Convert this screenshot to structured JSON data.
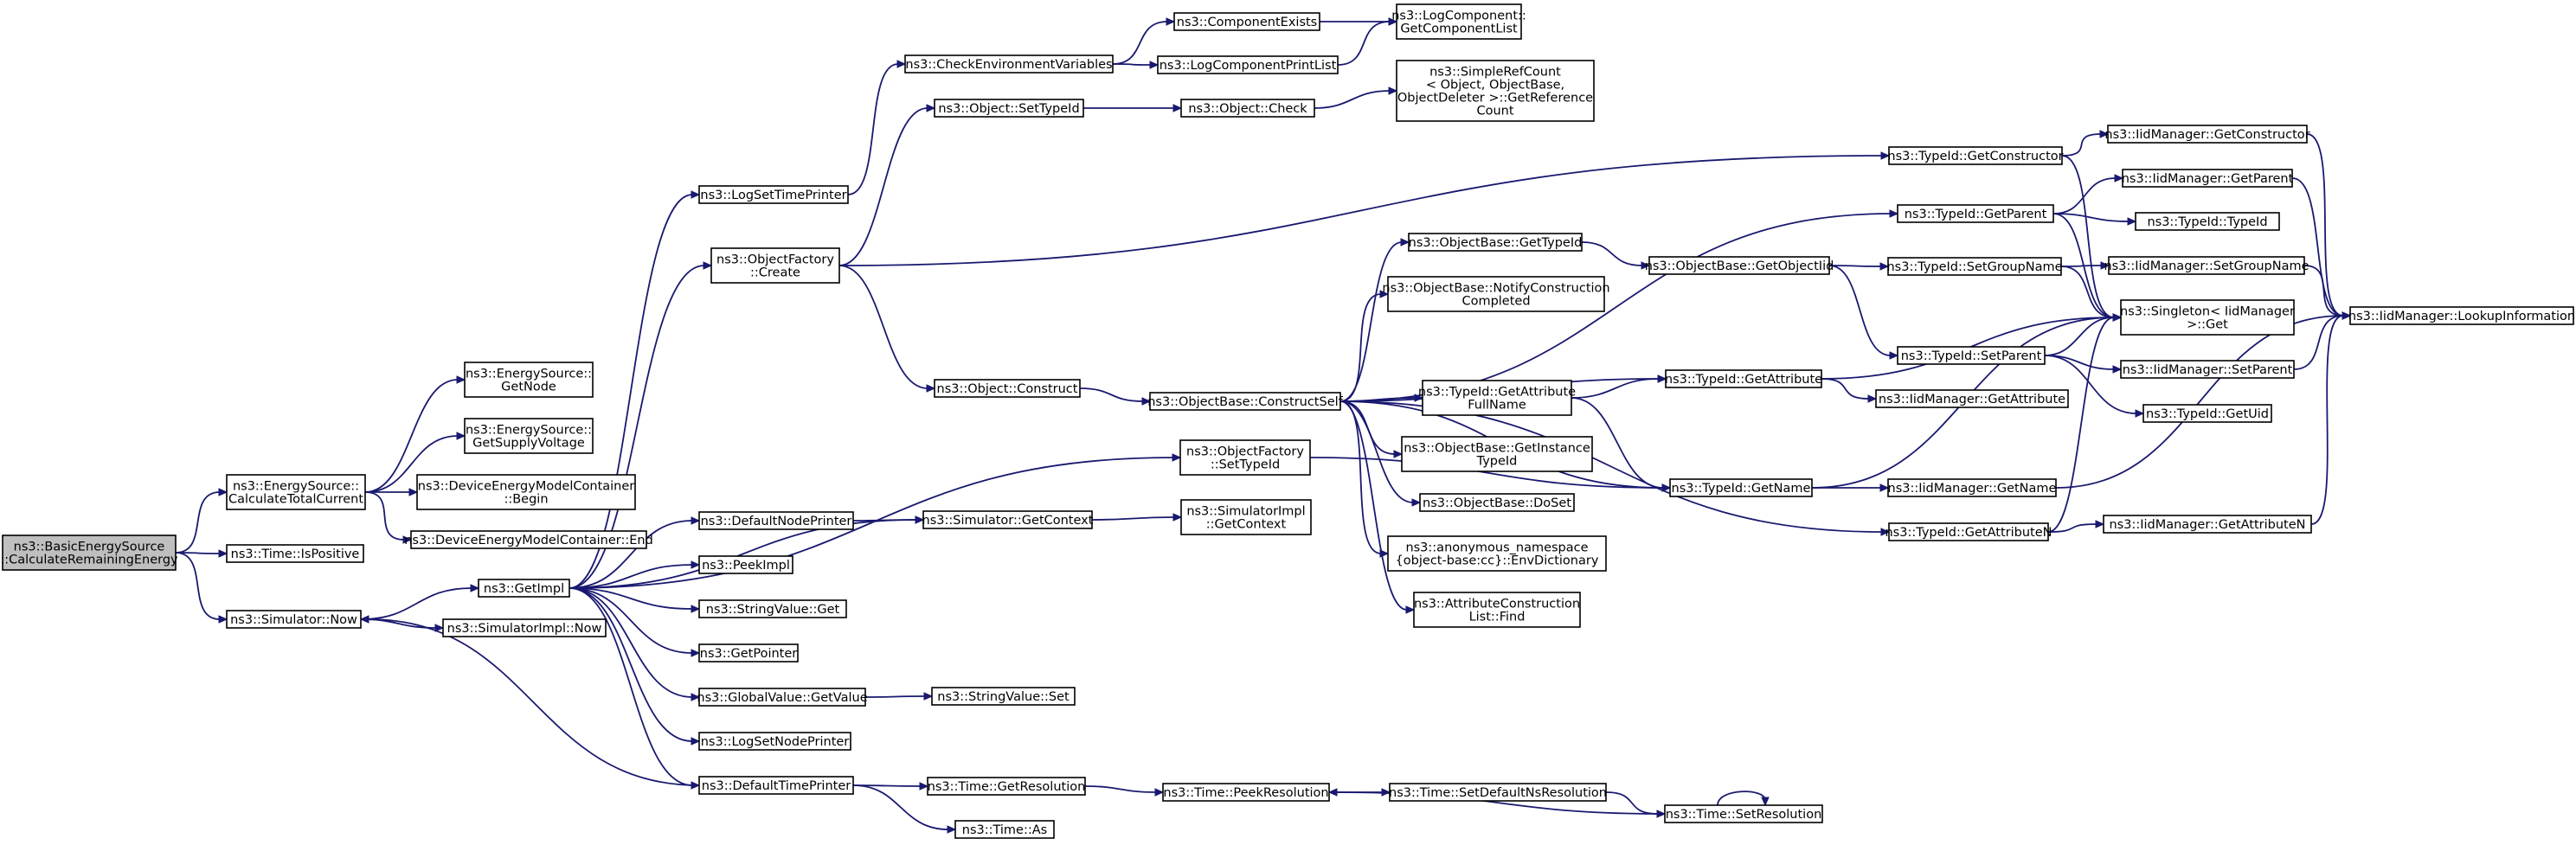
{
  "colors": {
    "edge": "#191970",
    "node_border": "#000000",
    "node_fill": "#ffffff",
    "root_fill": "#bfbfbf"
  },
  "nodes": [
    {
      "id": "root",
      "lines": [
        "ns3::BasicEnergySource",
        "::CalculateRemainingEnergy"
      ],
      "root": true
    },
    {
      "id": "calcTotal",
      "lines": [
        "ns3::EnergySource::",
        "CalculateTotalCurrent"
      ]
    },
    {
      "id": "isPositive",
      "lines": [
        "ns3::Time::IsPositive"
      ]
    },
    {
      "id": "simNow",
      "lines": [
        "ns3::Simulator::Now"
      ]
    },
    {
      "id": "getNode",
      "lines": [
        "ns3::EnergySource::",
        "GetNode"
      ]
    },
    {
      "id": "getSupply",
      "lines": [
        "ns3::EnergySource::",
        "GetSupplyVoltage"
      ]
    },
    {
      "id": "demcBegin",
      "lines": [
        "ns3::DeviceEnergyModelContainer",
        "::Begin"
      ]
    },
    {
      "id": "demcEnd",
      "lines": [
        "ns3::DeviceEnergyModelContainer::End"
      ]
    },
    {
      "id": "getImpl",
      "lines": [
        "ns3::GetImpl"
      ]
    },
    {
      "id": "simImplNow",
      "lines": [
        "ns3::SimulatorImpl::Now"
      ]
    },
    {
      "id": "logSetTimePrinter",
      "lines": [
        "ns3::LogSetTimePrinter"
      ]
    },
    {
      "id": "objFactoryCreate",
      "lines": [
        "ns3::ObjectFactory",
        "::Create"
      ]
    },
    {
      "id": "defaultNodePrinter",
      "lines": [
        "ns3::DefaultNodePrinter"
      ]
    },
    {
      "id": "peekImpl",
      "lines": [
        "ns3::PeekImpl"
      ]
    },
    {
      "id": "stringValueGet",
      "lines": [
        "ns3::StringValue::Get"
      ]
    },
    {
      "id": "getPointer",
      "lines": [
        "ns3::GetPointer"
      ]
    },
    {
      "id": "globalValueGetValue",
      "lines": [
        "ns3::GlobalValue::GetValue"
      ]
    },
    {
      "id": "logSetNodePrinter",
      "lines": [
        "ns3::LogSetNodePrinter"
      ]
    },
    {
      "id": "defaultTimePrinter",
      "lines": [
        "ns3::DefaultTimePrinter"
      ]
    },
    {
      "id": "checkEnvVars",
      "lines": [
        "ns3::CheckEnvironmentVariables"
      ]
    },
    {
      "id": "objSetTypeId",
      "lines": [
        "ns3::Object::SetTypeId"
      ]
    },
    {
      "id": "objConstruct",
      "lines": [
        "ns3::Object::Construct"
      ]
    },
    {
      "id": "objFactorySetTypeId",
      "lines": [
        "ns3::ObjectFactory",
        "::SetTypeId"
      ]
    },
    {
      "id": "simGetContext",
      "lines": [
        "ns3::Simulator::GetContext"
      ]
    },
    {
      "id": "stringValueSet",
      "lines": [
        "ns3::StringValue::Set"
      ]
    },
    {
      "id": "timeGetResolution",
      "lines": [
        "ns3::Time::GetResolution"
      ]
    },
    {
      "id": "timeAs",
      "lines": [
        "ns3::Time::As"
      ]
    },
    {
      "id": "componentExists",
      "lines": [
        "ns3::ComponentExists"
      ]
    },
    {
      "id": "logComponentPrintList",
      "lines": [
        "ns3::LogComponentPrintList"
      ]
    },
    {
      "id": "objCheck",
      "lines": [
        "ns3::Object::Check"
      ]
    },
    {
      "id": "objBaseConstructSelf",
      "lines": [
        "ns3::ObjectBase::ConstructSelf"
      ]
    },
    {
      "id": "simImplGetContext",
      "lines": [
        "ns3::SimulatorImpl",
        "::GetContext"
      ]
    },
    {
      "id": "timePeekResolution",
      "lines": [
        "ns3::Time::PeekResolution"
      ]
    },
    {
      "id": "getComponentList",
      "lines": [
        "ns3::LogComponent::",
        "GetComponentList"
      ]
    },
    {
      "id": "simpleRefCount",
      "lines": [
        "ns3::SimpleRefCount",
        "< Object, ObjectBase,",
        "ObjectDeleter >::GetReference",
        "Count"
      ]
    },
    {
      "id": "objBaseGetTypeId",
      "lines": [
        "ns3::ObjectBase::GetTypeId"
      ]
    },
    {
      "id": "objBaseNotifyConstruction",
      "lines": [
        "ns3::ObjectBase::NotifyConstruction",
        "Completed"
      ]
    },
    {
      "id": "typeIdGetAttributeFullName",
      "lines": [
        "ns3::TypeId::GetAttribute",
        "FullName"
      ]
    },
    {
      "id": "objBaseGetInstanceTypeId",
      "lines": [
        "ns3::ObjectBase::GetInstance",
        "TypeId"
      ]
    },
    {
      "id": "objBaseDoSet",
      "lines": [
        "ns3::ObjectBase::DoSet"
      ]
    },
    {
      "id": "envDictionary",
      "lines": [
        "ns3::anonymous_namespace",
        "{object-base:cc}::EnvDictionary"
      ]
    },
    {
      "id": "attrConstructionListFind",
      "lines": [
        "ns3::AttributeConstruction",
        "List::Find"
      ]
    },
    {
      "id": "timeSetDefaultNsResolution",
      "lines": [
        "ns3::Time::SetDefaultNsResolution"
      ]
    },
    {
      "id": "objBaseGetObjectIid",
      "lines": [
        "ns3::ObjectBase::GetObjectIid"
      ]
    },
    {
      "id": "typeIdGetAttribute",
      "lines": [
        "ns3::TypeId::GetAttribute"
      ]
    },
    {
      "id": "typeIdGetName",
      "lines": [
        "ns3::TypeId::GetName"
      ]
    },
    {
      "id": "timeSetResolution",
      "lines": [
        "ns3::Time::SetResolution"
      ]
    },
    {
      "id": "typeIdGetConstructor",
      "lines": [
        "ns3::TypeId::GetConstructor"
      ]
    },
    {
      "id": "typeIdGetParent",
      "lines": [
        "ns3::TypeId::GetParent"
      ]
    },
    {
      "id": "typeIdSetGroupName",
      "lines": [
        "ns3::TypeId::SetGroupName"
      ]
    },
    {
      "id": "typeIdSetParent",
      "lines": [
        "ns3::TypeId::SetParent"
      ]
    },
    {
      "id": "iidManagerGetAttribute",
      "lines": [
        "ns3::IidManager::GetAttribute"
      ]
    },
    {
      "id": "iidManagerGetName",
      "lines": [
        "ns3::IidManager::GetName"
      ]
    },
    {
      "id": "typeIdGetAttributeN",
      "lines": [
        "ns3::TypeId::GetAttributeN"
      ]
    },
    {
      "id": "iidManagerGetConstructor",
      "lines": [
        "ns3::IidManager::GetConstructor"
      ]
    },
    {
      "id": "iidManagerGetParent",
      "lines": [
        "ns3::IidManager::GetParent"
      ]
    },
    {
      "id": "typeIdTypeId",
      "lines": [
        "ns3::TypeId::TypeId"
      ]
    },
    {
      "id": "iidManagerSetGroupName",
      "lines": [
        "ns3::IidManager::SetGroupName"
      ]
    },
    {
      "id": "singletonGet",
      "lines": [
        "ns3::Singleton< IidManager",
        ">::Get"
      ]
    },
    {
      "id": "iidManagerSetParent",
      "lines": [
        "ns3::IidManager::SetParent"
      ]
    },
    {
      "id": "typeIdGetUid",
      "lines": [
        "ns3::TypeId::GetUid"
      ]
    },
    {
      "id": "iidManagerGetAttributeN",
      "lines": [
        "ns3::IidManager::GetAttributeN"
      ]
    },
    {
      "id": "iidManagerLookupInformation",
      "lines": [
        "ns3::IidManager::LookupInformation"
      ]
    }
  ],
  "edges": [
    [
      "root",
      "calcTotal"
    ],
    [
      "root",
      "isPositive"
    ],
    [
      "root",
      "simNow"
    ],
    [
      "calcTotal",
      "getNode"
    ],
    [
      "calcTotal",
      "getSupply"
    ],
    [
      "calcTotal",
      "demcBegin"
    ],
    [
      "calcTotal",
      "demcEnd"
    ],
    [
      "simNow",
      "getImpl"
    ],
    [
      "simNow",
      "simImplNow"
    ],
    [
      "getImpl",
      "logSetTimePrinter"
    ],
    [
      "getImpl",
      "objFactoryCreate"
    ],
    [
      "getImpl",
      "defaultNodePrinter"
    ],
    [
      "getImpl",
      "peekImpl"
    ],
    [
      "getImpl",
      "stringValueGet"
    ],
    [
      "getImpl",
      "getPointer"
    ],
    [
      "getImpl",
      "globalValueGetValue"
    ],
    [
      "getImpl",
      "logSetNodePrinter"
    ],
    [
      "getImpl",
      "defaultTimePrinter"
    ],
    [
      "getImpl",
      "objFactorySetTypeId"
    ],
    [
      "getImpl",
      "simGetContext"
    ],
    [
      "logSetTimePrinter",
      "checkEnvVars"
    ],
    [
      "checkEnvVars",
      "componentExists"
    ],
    [
      "checkEnvVars",
      "logComponentPrintList"
    ],
    [
      "componentExists",
      "getComponentList"
    ],
    [
      "logComponentPrintList",
      "getComponentList"
    ],
    [
      "objFactoryCreate",
      "objSetTypeId"
    ],
    [
      "objFactoryCreate",
      "objConstruct"
    ],
    [
      "objFactoryCreate",
      "typeIdGetConstructor"
    ],
    [
      "objSetTypeId",
      "objCheck"
    ],
    [
      "objCheck",
      "simpleRefCount"
    ],
    [
      "objConstruct",
      "objBaseConstructSelf"
    ],
    [
      "objBaseConstructSelf",
      "objBaseGetTypeId"
    ],
    [
      "objBaseConstructSelf",
      "objBaseNotifyConstruction"
    ],
    [
      "objBaseConstructSelf",
      "typeIdGetAttributeFullName"
    ],
    [
      "objBaseConstructSelf",
      "objBaseGetInstanceTypeId"
    ],
    [
      "objBaseConstructSelf",
      "objBaseDoSet"
    ],
    [
      "objBaseConstructSelf",
      "envDictionary"
    ],
    [
      "objBaseConstructSelf",
      "attrConstructionListFind"
    ],
    [
      "objBaseConstructSelf",
      "typeIdGetAttribute"
    ],
    [
      "objBaseConstructSelf",
      "typeIdGetName"
    ],
    [
      "objBaseConstructSelf",
      "typeIdGetAttributeN"
    ],
    [
      "objBaseConstructSelf",
      "typeIdGetParent"
    ],
    [
      "objFactorySetTypeId",
      "typeIdGetName"
    ],
    [
      "defaultNodePrinter",
      "simGetContext"
    ],
    [
      "simGetContext",
      "simImplGetContext"
    ],
    [
      "globalValueGetValue",
      "stringValueSet"
    ],
    [
      "defaultTimePrinter",
      "simNow"
    ],
    [
      "defaultTimePrinter",
      "timeGetResolution"
    ],
    [
      "defaultTimePrinter",
      "timeAs"
    ],
    [
      "timeGetResolution",
      "timePeekResolution"
    ],
    [
      "timePeekResolution",
      "timeSetDefaultNsResolution"
    ],
    [
      "timeSetDefaultNsResolution",
      "timeSetResolution"
    ],
    [
      "timeSetResolution",
      "timePeekResolution"
    ],
    [
      "timeSetResolution",
      "timeSetResolution"
    ],
    [
      "objBaseGetTypeId",
      "objBaseGetObjectIid"
    ],
    [
      "objBaseGetObjectIid",
      "typeIdSetGroupName"
    ],
    [
      "objBaseGetObjectIid",
      "typeIdSetParent"
    ],
    [
      "typeIdGetAttributeFullName",
      "typeIdGetAttribute"
    ],
    [
      "typeIdGetAttributeFullName",
      "typeIdGetName"
    ],
    [
      "typeIdGetAttribute",
      "singletonGet"
    ],
    [
      "typeIdGetAttribute",
      "iidManagerGetAttribute"
    ],
    [
      "typeIdGetName",
      "singletonGet"
    ],
    [
      "typeIdGetName",
      "iidManagerGetName"
    ],
    [
      "typeIdGetAttributeN",
      "singletonGet"
    ],
    [
      "typeIdGetAttributeN",
      "iidManagerGetAttributeN"
    ],
    [
      "typeIdGetConstructor",
      "iidManagerGetConstructor"
    ],
    [
      "typeIdGetConstructor",
      "singletonGet"
    ],
    [
      "typeIdGetParent",
      "iidManagerGetParent"
    ],
    [
      "typeIdGetParent",
      "typeIdTypeId"
    ],
    [
      "typeIdGetParent",
      "singletonGet"
    ],
    [
      "typeIdSetGroupName",
      "iidManagerSetGroupName"
    ],
    [
      "typeIdSetGroupName",
      "singletonGet"
    ],
    [
      "typeIdSetParent",
      "singletonGet"
    ],
    [
      "typeIdSetParent",
      "iidManagerSetParent"
    ],
    [
      "typeIdSetParent",
      "typeIdGetUid"
    ],
    [
      "iidManagerGetConstructor",
      "iidManagerLookupInformation"
    ],
    [
      "iidManagerGetParent",
      "iidManagerLookupInformation"
    ],
    [
      "iidManagerSetGroupName",
      "iidManagerLookupInformation"
    ],
    [
      "iidManagerSetParent",
      "iidManagerLookupInformation"
    ],
    [
      "iidManagerGetName",
      "iidManagerLookupInformation"
    ],
    [
      "iidManagerGetAttributeN",
      "iidManagerLookupInformation"
    ]
  ]
}
